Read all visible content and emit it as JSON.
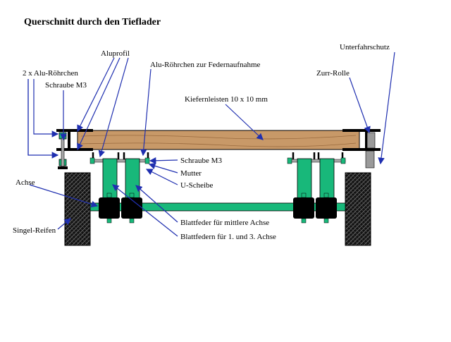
{
  "title": "Querschnitt durch den Tieflader",
  "colors": {
    "wood": "#c89968",
    "wood_dark": "#9a6b3f",
    "spring": "#18b87a",
    "steel": "#000000",
    "tire": "#1a1a1a",
    "arrow": "#1f2fb0",
    "grey": "#9a9a9a"
  },
  "labels": {
    "unterfahrschutz": "Unterfahrschutz",
    "aluprofil": "Aluprofil",
    "alu_roehrchen_2x": "2 x Alu-Röhrchen",
    "schraube_m3_top": "Schraube M3",
    "alu_roehrchen_feder": "Alu-Röhrchen zur Federnaufnahme",
    "zurr_rolle": "Zurr-Rolle",
    "kiefernleisten": "Kiefernleisten 10 x 10 mm",
    "schraube_m3": "Schraube M3",
    "mutter": "Mutter",
    "u_scheibe": "U-Scheibe",
    "achse": "Achse",
    "singel_reifen": "Singel-Reifen",
    "blattfeder_mittlere": "Blattfeder für mittlere Achse",
    "blattfedern_1_3": "Blattfedern für 1. und 3. Achse"
  }
}
